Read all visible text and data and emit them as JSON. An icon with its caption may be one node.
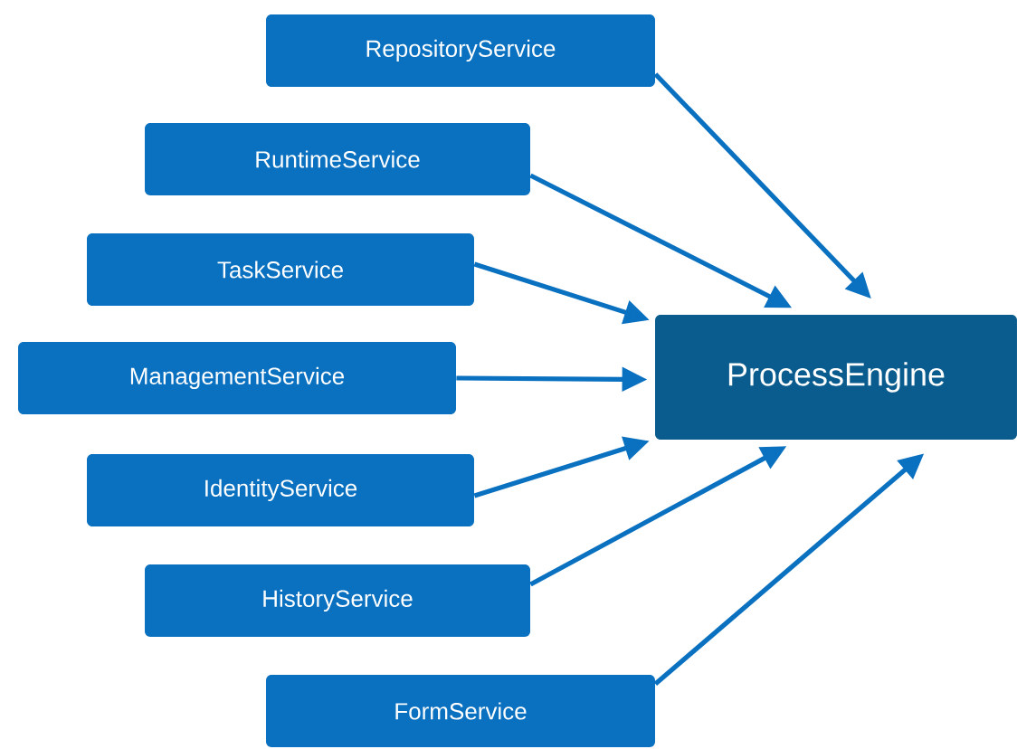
{
  "diagram": {
    "nodes": [
      {
        "text": [
          "RepositoryService"
        ]
      },
      {
        "text": [
          "RuntimeService"
        ]
      },
      {
        "text": [
          "TaskService"
        ]
      },
      {
        "text": [
          "ManagementService"
        ]
      },
      {
        "text": [
          "IdentityService"
        ]
      },
      {
        "text": [
          "HistoryService"
        ]
      },
      {
        "text": [
          "FormService"
        ]
      },
      {
        "text": [
          "ProcessEngine"
        ]
      }
    ],
    "edges": [
      {
        "from": 0,
        "to": 7,
        "arrow": "to"
      },
      {
        "from": 1,
        "to": 7,
        "arrow": "to"
      },
      {
        "from": 2,
        "to": 7,
        "arrow": "to"
      },
      {
        "from": 3,
        "to": 7,
        "arrow": "to"
      },
      {
        "from": 4,
        "to": 7,
        "arrow": "to"
      },
      {
        "from": 5,
        "to": 7,
        "arrow": "to"
      },
      {
        "from": 6,
        "to": 7,
        "arrow": "to"
      }
    ]
  }
}
